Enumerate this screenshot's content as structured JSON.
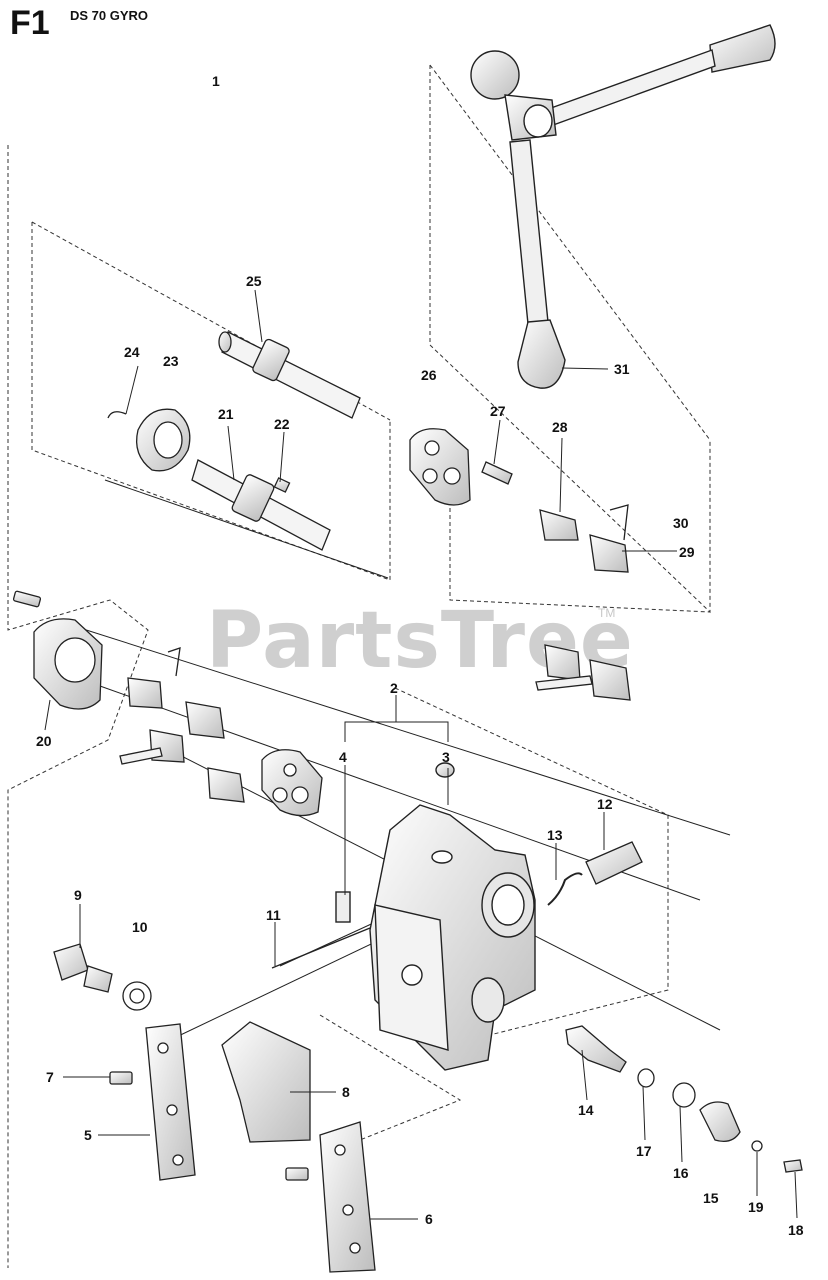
{
  "header": {
    "figure": "F1",
    "model": "DS 70 GYRO"
  },
  "watermark": {
    "text": "PartsTree",
    "mark": "TM"
  },
  "callouts": [
    "1",
    "2",
    "3",
    "4",
    "5",
    "6",
    "7",
    "8",
    "9",
    "10",
    "11",
    "12",
    "13",
    "14",
    "15",
    "16",
    "17",
    "18",
    "19",
    "20",
    "21",
    "22",
    "23",
    "24",
    "25",
    "26",
    "27",
    "28",
    "29",
    "30",
    "31"
  ]
}
